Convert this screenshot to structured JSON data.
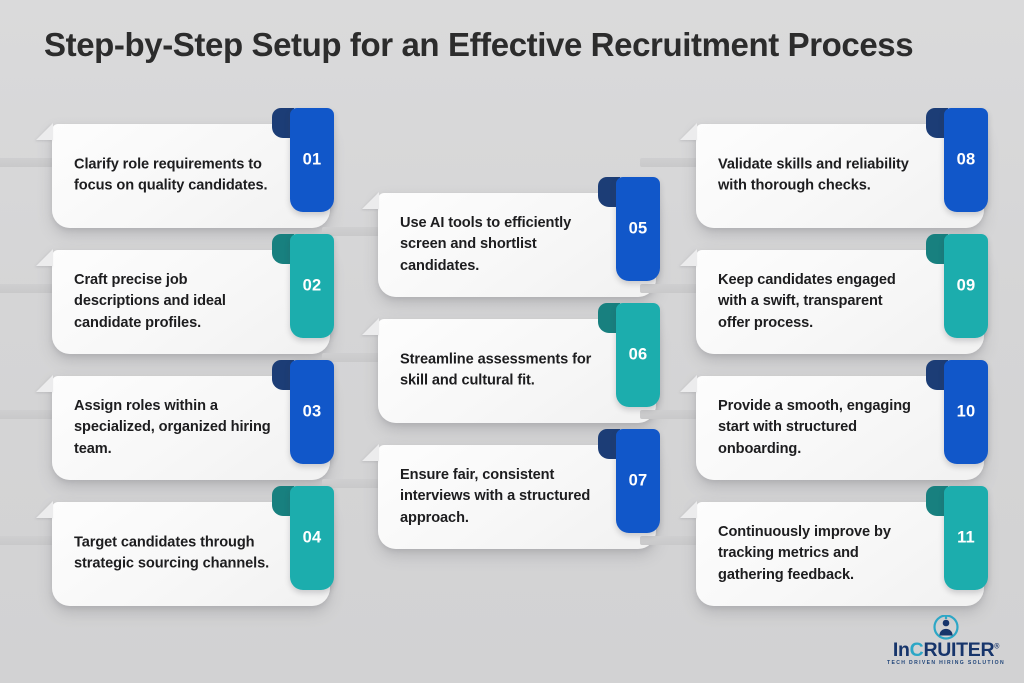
{
  "header": {
    "title": "Step-by-Step Setup for an Effective Recruitment Process"
  },
  "theme": {
    "background": "#d5d5d6",
    "title_color": "#2c2c2c",
    "card_background": "#fafafa",
    "card_text_color": "#1d1d1f",
    "ribbon_blue": "#1157c9",
    "ribbon_blue_fold": "#1c3d76",
    "ribbon_teal": "#1cadad",
    "ribbon_teal_fold": "#18807f",
    "ribbon_number_color": "#ffffff"
  },
  "columns": [
    {
      "name": "column-left",
      "cards": [
        {
          "number": "01",
          "text": "Clarify role requirements to focus on quality candidates.",
          "color": "blue"
        },
        {
          "number": "02",
          "text": "Craft precise job descriptions and ideal candidate profiles.",
          "color": "teal"
        },
        {
          "number": "03",
          "text": "Assign roles within a specialized, organized hiring team.",
          "color": "blue"
        },
        {
          "number": "04",
          "text": "Target candidates through strategic sourcing channels.",
          "color": "teal"
        }
      ]
    },
    {
      "name": "column-middle",
      "cards": [
        {
          "number": "05",
          "text": "Use AI tools to efficiently screen and shortlist candidates.",
          "color": "blue"
        },
        {
          "number": "06",
          "text": "Streamline assessments for skill and cultural fit.",
          "color": "teal"
        },
        {
          "number": "07",
          "text": "Ensure fair, consistent interviews with a structured approach.",
          "color": "blue"
        }
      ]
    },
    {
      "name": "column-right",
      "cards": [
        {
          "number": "08",
          "text": "Validate skills and reliability with thorough checks.",
          "color": "blue"
        },
        {
          "number": "09",
          "text": "Keep candidates engaged with a swift, transparent offer process.",
          "color": "teal"
        },
        {
          "number": "10",
          "text": "Provide a smooth, engaging start with structured onboarding.",
          "color": "blue"
        },
        {
          "number": "11",
          "text": "Continuously improve by tracking metrics and gathering feedback.",
          "color": "teal"
        }
      ]
    }
  ],
  "logo": {
    "name": "incruiter-logo",
    "word_in": "In",
    "word_c": "C",
    "word_ruiter": "RUITER",
    "registered": "®",
    "tagline": "TECH DRIVEN HIRING SOLUTION"
  }
}
